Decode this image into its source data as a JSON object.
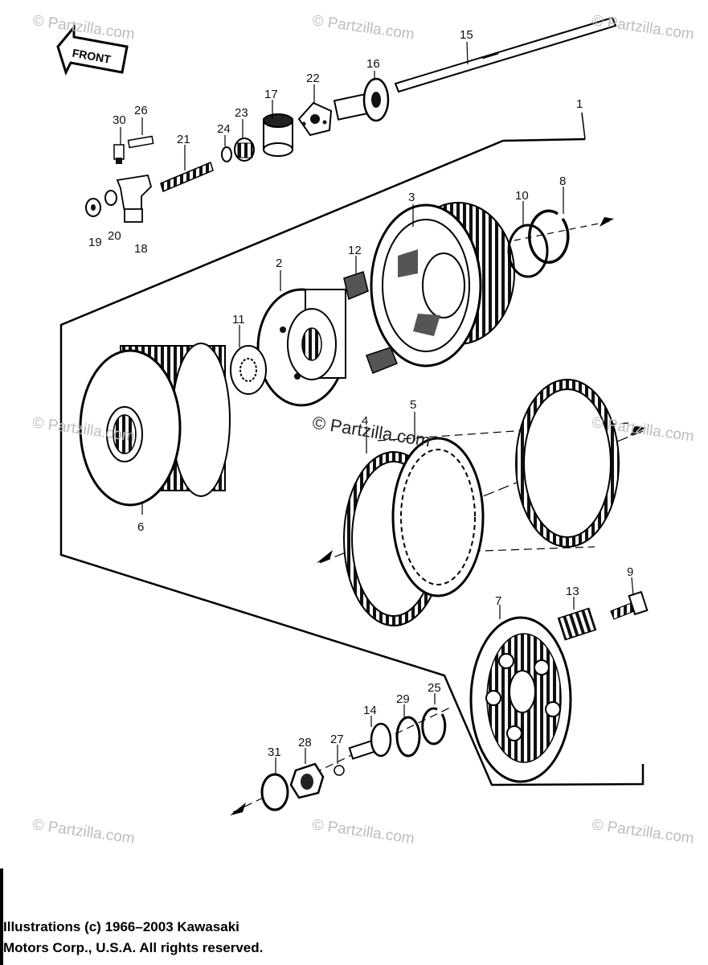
{
  "front_label": "FRONT",
  "callouts": {
    "c1": "1",
    "c2": "2",
    "c3": "3",
    "c4": "4",
    "c5": "5",
    "c6": "6",
    "c7": "7",
    "c8": "8",
    "c9": "9",
    "c10": "10",
    "c11": "11",
    "c12": "12",
    "c13": "13",
    "c14": "14",
    "c15": "15",
    "c16": "16",
    "c17": "17",
    "c18": "18",
    "c19": "19",
    "c20": "20",
    "c21": "21",
    "c22": "22",
    "c23": "23",
    "c24": "24",
    "c25": "25",
    "c26": "26",
    "c27": "27",
    "c28": "28",
    "c29": "29",
    "c30": "30",
    "c31": "31"
  },
  "watermark": "© Partzilla.com",
  "center_watermark": "© Partzilla.com",
  "copyright": {
    "line1": "Illustrations (c) 1966–2003 Kawasaki",
    "line2": "Motors Corp., U.S.A.  All rights reserved."
  }
}
